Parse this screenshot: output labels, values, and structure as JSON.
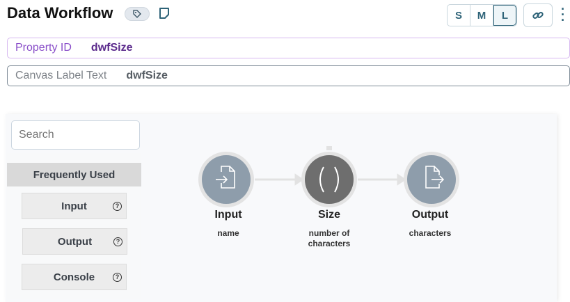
{
  "header": {
    "title": "Data Workflow",
    "sizes": [
      "S",
      "M",
      "L"
    ],
    "selected_size": "L"
  },
  "fields": {
    "property_id_label": "Property ID",
    "property_id_value": "dwfSize",
    "canvas_label_label": "Canvas Label Text",
    "canvas_label_value": "dwfSize"
  },
  "palette": {
    "search_placeholder": "Search",
    "section": "Frequently Used",
    "items": [
      {
        "label": "Input",
        "help": "?"
      },
      {
        "label": "Output",
        "help": "?"
      },
      {
        "label": "Console",
        "help": "?"
      }
    ]
  },
  "workflow": {
    "nodes": [
      {
        "title": "Input",
        "desc": "name",
        "icon": "file-import-icon",
        "color": "#8e9dab"
      },
      {
        "title": "Size",
        "desc": "number of characters",
        "icon": "parentheses-icon",
        "color": "#6e6e6e"
      },
      {
        "title": "Output",
        "desc": "characters",
        "icon": "file-export-icon",
        "color": "#8e9dab"
      }
    ]
  }
}
